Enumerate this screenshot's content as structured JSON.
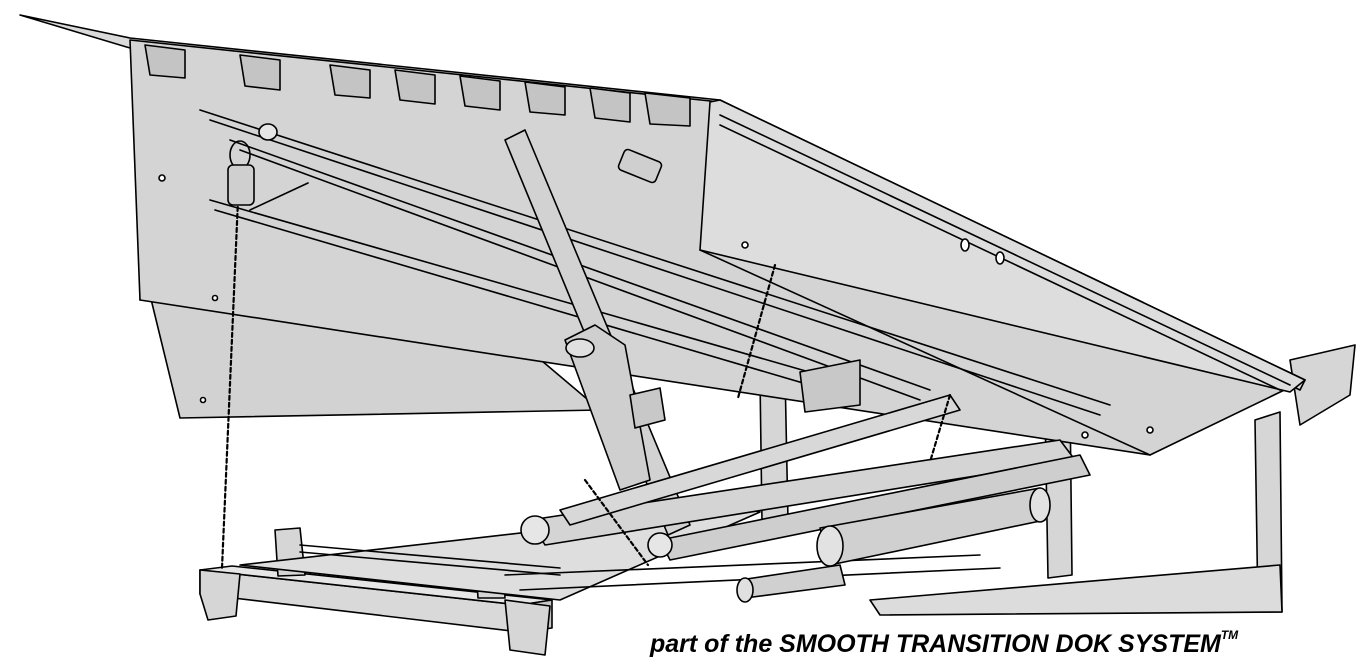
{
  "caption": {
    "text": "part of the SMOOTH TRANSITION DOK SYSTEM",
    "trademark": "TM"
  },
  "illustration": {
    "subject": "dock-leveler-isometric-drawing"
  },
  "colors": {
    "background": "#ffffff",
    "metal_fill": "#d6d6d6",
    "metal_dark": "#b8b8b8",
    "metal_light": "#e6e6e6",
    "outline": "#000000"
  }
}
